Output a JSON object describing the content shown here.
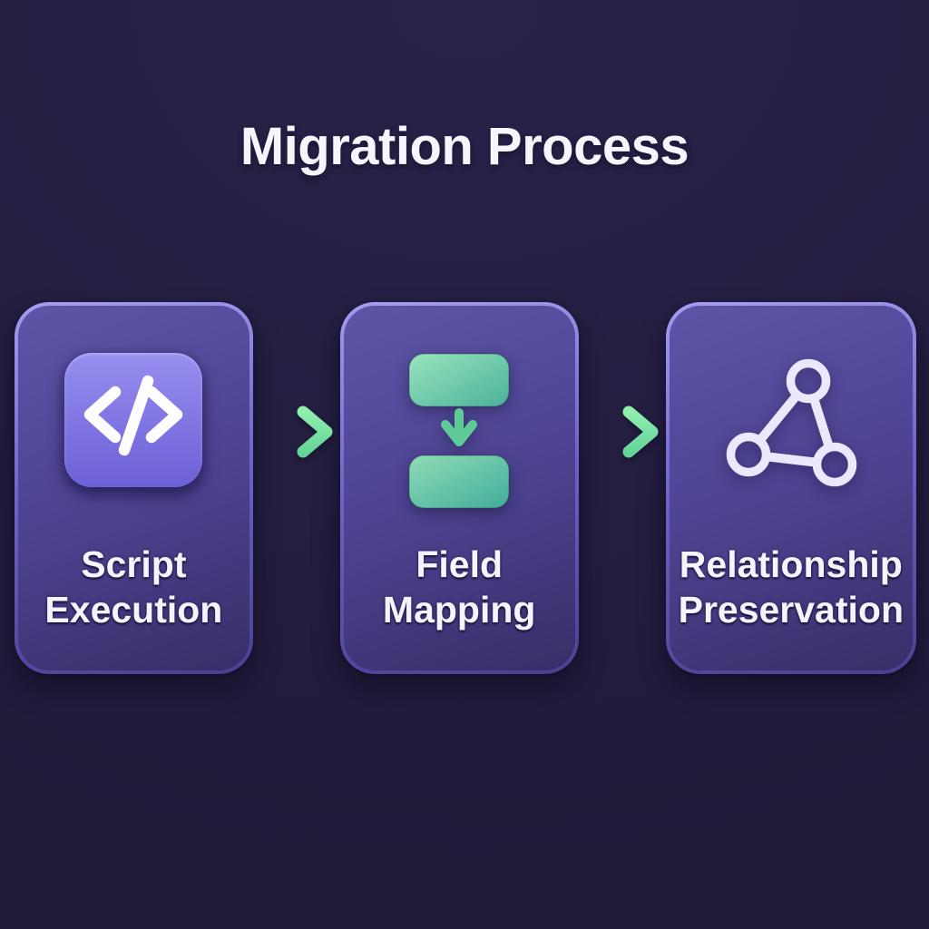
{
  "title": "Migration Process",
  "steps": [
    {
      "id": "script-execution",
      "icon": "code-icon",
      "lines": [
        "Script",
        "Execution"
      ]
    },
    {
      "id": "field-mapping",
      "icon": "field-mapping-icon",
      "lines": [
        "Field",
        "Mapping"
      ]
    },
    {
      "id": "relationship-preservation",
      "icon": "network-graph-icon",
      "lines": [
        "Relationship",
        "Preservation"
      ]
    }
  ],
  "connectors": [
    {
      "icon": "arrow-right-icon",
      "direction": "right"
    },
    {
      "icon": "arrow-right-icon",
      "direction": "right"
    }
  ],
  "colors": {
    "background": "#241e40",
    "card_fill_top": "#5e55a8",
    "card_fill_bottom": "#372f68",
    "card_border_light": "#a49df2",
    "card_border_dark": "#4a4092",
    "code_tile_top": "#968fef",
    "code_tile_bottom": "#6d60d8",
    "green_tile_light": "#9ae4bd",
    "green_tile_dark": "#4ab19b",
    "arrow_green_light": "#90eeae",
    "arrow_green_dark": "#64d598",
    "icon_lavender": "#eae8fb",
    "text_white": "#f5f3fc"
  }
}
